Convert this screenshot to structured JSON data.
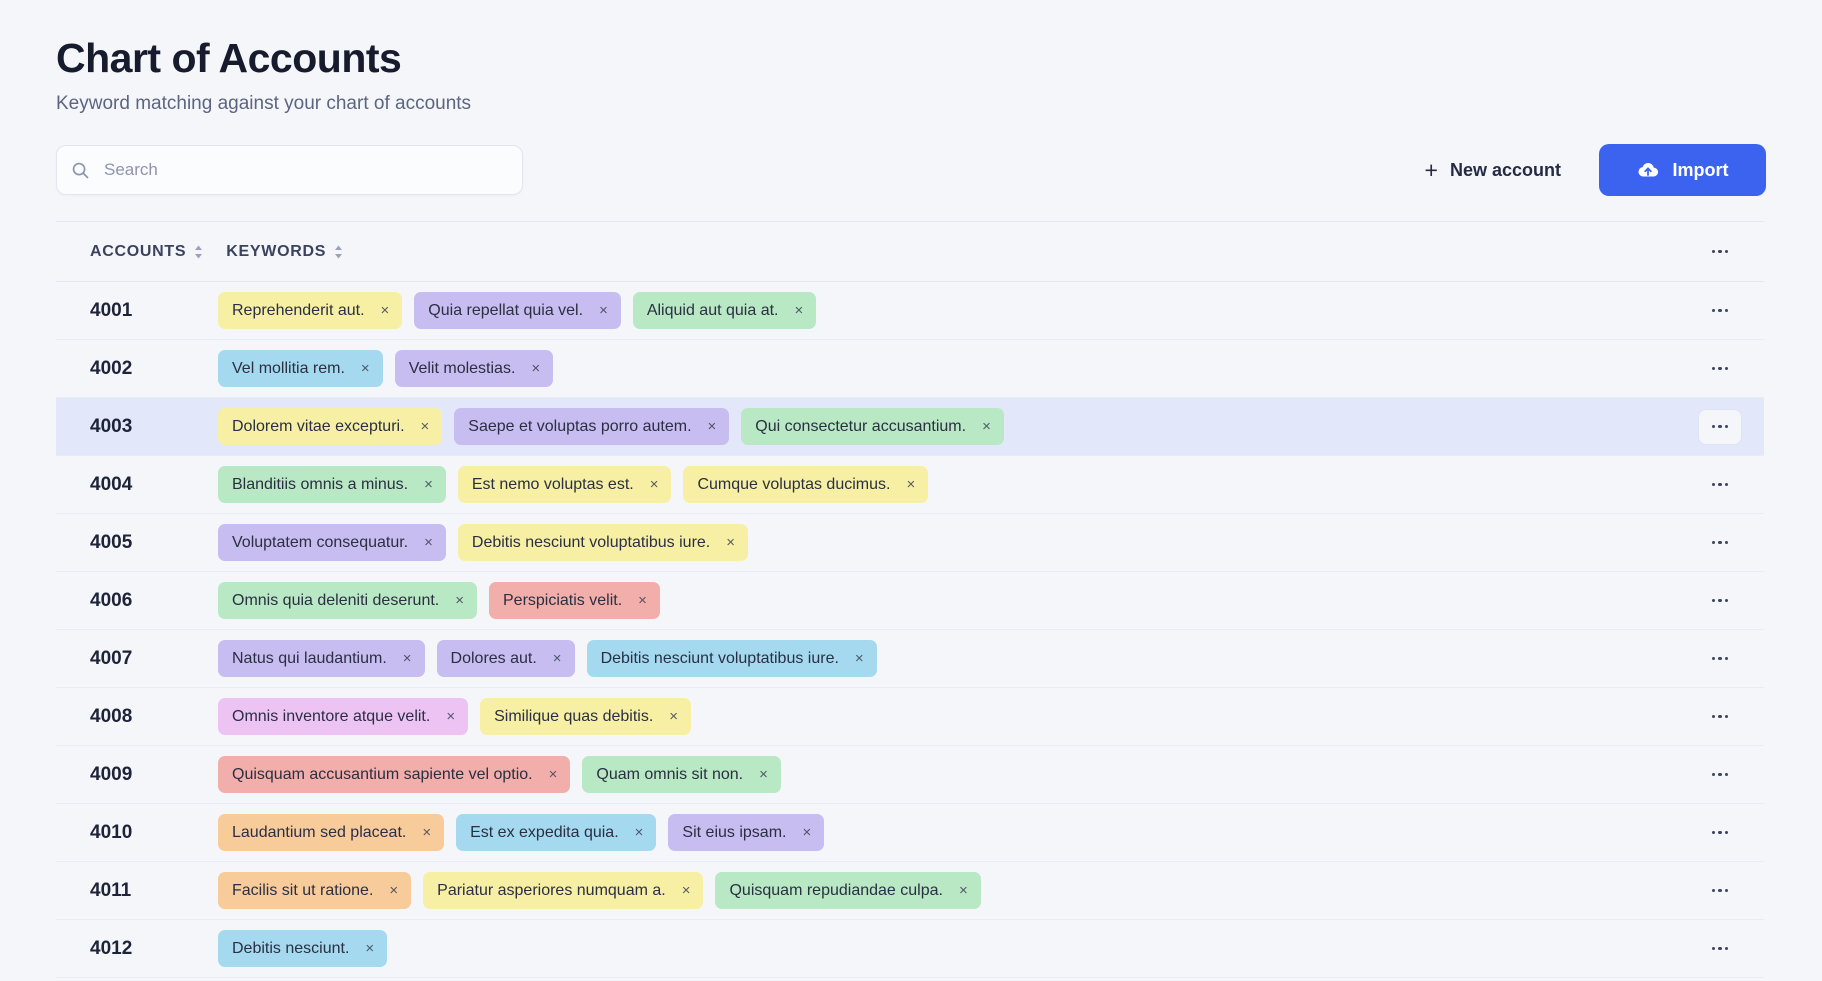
{
  "header": {
    "title": "Chart of Accounts",
    "subtitle": "Keyword matching against your chart of accounts"
  },
  "toolbar": {
    "search_placeholder": "Search",
    "search_value": "",
    "search_icon": "search-icon",
    "new_account_label": "New account",
    "plus_icon": "+",
    "import_label": "Import",
    "import_icon": "cloud-upload-icon",
    "accent_color": "#3b63f0"
  },
  "table": {
    "columns": [
      {
        "key": "accounts",
        "label": "ACCOUNTS",
        "sortable": true
      },
      {
        "key": "keywords",
        "label": "KEYWORDS",
        "sortable": true
      }
    ],
    "header_menu_icon": "ellipsis-icon",
    "row_menu_icon": "ellipsis-icon",
    "selected_row_color": "#e2e8fa",
    "tag_colors": {
      "yellow": "#f7f0a4",
      "purple": "#c8bdf0",
      "green": "#b9e8c4",
      "blue": "#a5d9ef",
      "red": "#f2aeab",
      "pink": "#edc3f4",
      "orange": "#f8cb9b"
    },
    "rows": [
      {
        "account": "4001",
        "selected": false,
        "keywords": [
          {
            "label": "Reprehenderit aut.",
            "color": "yellow"
          },
          {
            "label": "Quia repellat quia vel.",
            "color": "purple"
          },
          {
            "label": "Aliquid aut quia at.",
            "color": "green"
          }
        ]
      },
      {
        "account": "4002",
        "selected": false,
        "keywords": [
          {
            "label": "Vel mollitia rem.",
            "color": "blue"
          },
          {
            "label": "Velit molestias.",
            "color": "purple"
          }
        ]
      },
      {
        "account": "4003",
        "selected": true,
        "keywords": [
          {
            "label": "Dolorem vitae excepturi.",
            "color": "yellow"
          },
          {
            "label": "Saepe et voluptas porro autem.",
            "color": "purple"
          },
          {
            "label": "Qui consectetur accusantium.",
            "color": "green"
          }
        ]
      },
      {
        "account": "4004",
        "selected": false,
        "keywords": [
          {
            "label": "Blanditiis omnis a minus.",
            "color": "green"
          },
          {
            "label": "Est nemo voluptas est.",
            "color": "yellow"
          },
          {
            "label": "Cumque voluptas ducimus.",
            "color": "yellow"
          }
        ]
      },
      {
        "account": "4005",
        "selected": false,
        "keywords": [
          {
            "label": "Voluptatem consequatur.",
            "color": "purple"
          },
          {
            "label": "Debitis nesciunt voluptatibus iure.",
            "color": "yellow"
          }
        ]
      },
      {
        "account": "4006",
        "selected": false,
        "keywords": [
          {
            "label": "Omnis quia deleniti deserunt.",
            "color": "green"
          },
          {
            "label": "Perspiciatis velit.",
            "color": "red"
          }
        ]
      },
      {
        "account": "4007",
        "selected": false,
        "keywords": [
          {
            "label": "Natus qui laudantium.",
            "color": "purple"
          },
          {
            "label": "Dolores aut.",
            "color": "purple"
          },
          {
            "label": "Debitis nesciunt voluptatibus iure.",
            "color": "blue"
          }
        ]
      },
      {
        "account": "4008",
        "selected": false,
        "keywords": [
          {
            "label": "Omnis inventore atque velit.",
            "color": "pink"
          },
          {
            "label": "Similique quas debitis.",
            "color": "yellow"
          }
        ]
      },
      {
        "account": "4009",
        "selected": false,
        "keywords": [
          {
            "label": "Quisquam accusantium sapiente vel optio.",
            "color": "red"
          },
          {
            "label": "Quam omnis sit non.",
            "color": "green"
          }
        ]
      },
      {
        "account": "4010",
        "selected": false,
        "keywords": [
          {
            "label": "Laudantium sed placeat.",
            "color": "orange"
          },
          {
            "label": "Est ex expedita quia.",
            "color": "blue"
          },
          {
            "label": "Sit eius ipsam.",
            "color": "purple"
          }
        ]
      },
      {
        "account": "4011",
        "selected": false,
        "keywords": [
          {
            "label": "Facilis sit ut ratione.",
            "color": "orange"
          },
          {
            "label": "Pariatur asperiores numquam a.",
            "color": "yellow"
          },
          {
            "label": "Quisquam repudiandae culpa.",
            "color": "green"
          }
        ]
      },
      {
        "account": "4012",
        "selected": false,
        "keywords": [
          {
            "label": "Debitis nesciunt.",
            "color": "blue"
          }
        ]
      }
    ],
    "remove_tag_label": "×"
  }
}
